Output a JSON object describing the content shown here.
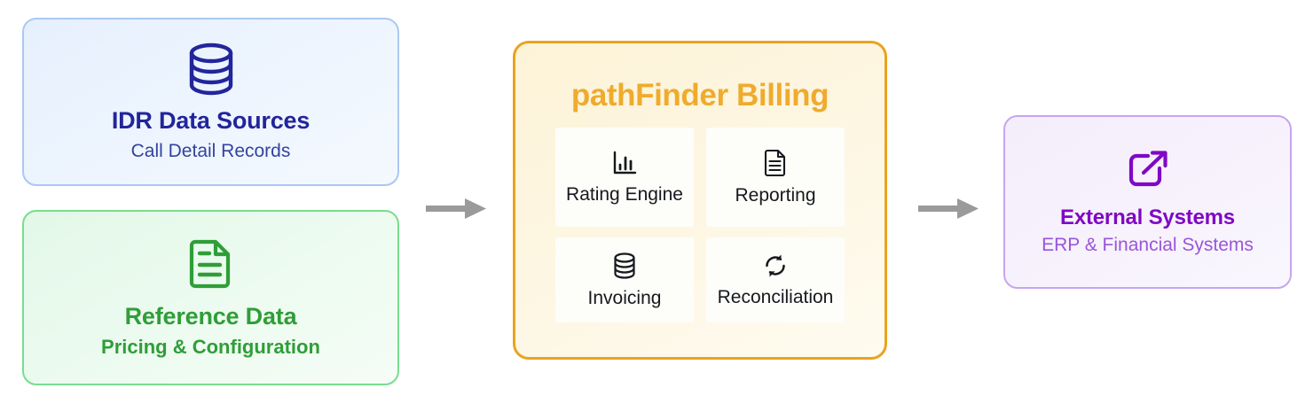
{
  "diagram": {
    "sources": [
      {
        "id": "idr-data-sources",
        "icon": "database-icon",
        "title": "IDR Data Sources",
        "subtitle": "Call Detail Records",
        "accent_color": "#22259b",
        "border_color": "#a9c9f2",
        "background_color": "#e6f0fd"
      },
      {
        "id": "reference-data",
        "icon": "document-icon",
        "title": "Reference Data",
        "subtitle": "Pricing & Configuration",
        "accent_color": "#2f9e38",
        "border_color": "#78dd8f",
        "background_color": "#e3f8e8"
      }
    ],
    "platform": {
      "title": "pathFinder Billing",
      "accent_color": "#efab2e",
      "border_color": "#e9a31f",
      "background_color": "#fdf3d8",
      "modules": [
        {
          "id": "rating-engine",
          "icon": "bar-chart-icon",
          "label": "Rating Engine"
        },
        {
          "id": "reporting",
          "icon": "document-icon",
          "label": "Reporting"
        },
        {
          "id": "invoicing",
          "icon": "database-icon",
          "label": "Invoicing"
        },
        {
          "id": "reconciliation",
          "icon": "refresh-sync-icon",
          "label": "Reconciliation"
        }
      ]
    },
    "external": {
      "id": "external-systems",
      "icon": "external-link-icon",
      "title": "External Systems",
      "subtitle": "ERP & Financial Systems",
      "accent_color": "#8008c4",
      "border_color": "#c5a6ef",
      "background_color": "#f4eefb"
    },
    "arrows": [
      {
        "id": "sources-to-platform",
        "icon": "arrow-right-icon",
        "color": "#9a9a9a"
      },
      {
        "id": "platform-to-external",
        "icon": "arrow-right-icon",
        "color": "#9a9a9a"
      }
    ]
  }
}
